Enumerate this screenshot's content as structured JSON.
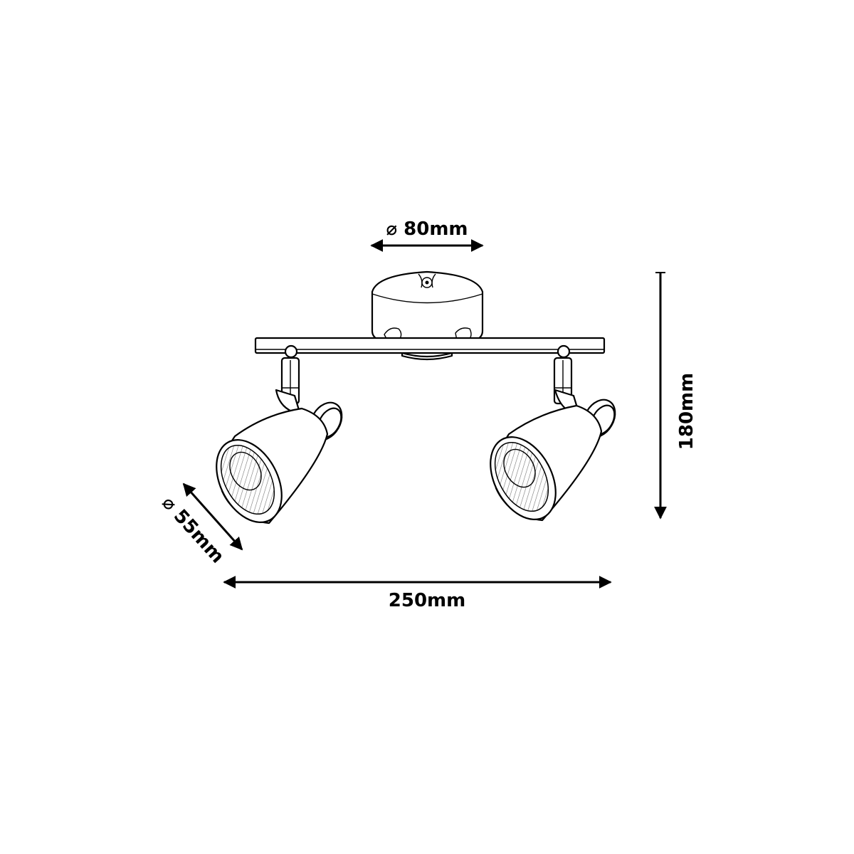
{
  "dimensions": {
    "base_diameter": "⌀ 80mm",
    "height": "180mm",
    "shade_diameter": "⌀ 55mm",
    "width": "250mm"
  }
}
